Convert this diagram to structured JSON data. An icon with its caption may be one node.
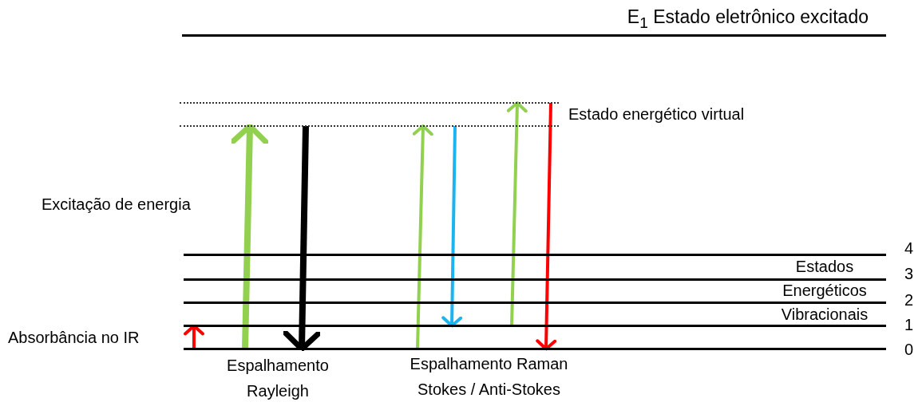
{
  "diagram": {
    "nodes": [
      {
        "text": [
          "E$_{1}$ Estado eletrônico excitado"
        ]
      },
      {
        "text": [],
        "shape": "bar"
      },
      {
        "text": [],
        "shape": "bar"
      },
      {
        "text": [
          "4"
        ]
      },
      {
        "text": [
          "3"
        ]
      },
      {
        "text": [
          "2"
        ]
      },
      {
        "text": [
          "1"
        ]
      },
      {
        "text": [
          "0"
        ]
      }
    ],
    "edges": [
      {
        "from": 7,
        "to": 6,
        "arrow": "to",
        "color": "#ff0000"
      },
      {
        "from": 7,
        "to": 2,
        "arrow": "to",
        "style": "thick"
      },
      {
        "from": 2,
        "to": 7,
        "arrow": "to",
        "style": "thick",
        "color": "#000000"
      },
      {
        "from": 7,
        "to": 2,
        "arrow": "to"
      },
      {
        "from": 2,
        "to": 6,
        "arrow": "to",
        "color": "#1cb4f0"
      },
      {
        "from": 6,
        "to": 1,
        "arrow": "to"
      },
      {
        "from": 1,
        "to": 7,
        "arrow": "to",
        "color": "#ff0000"
      }
    ],
    "labels": [
      "Estado energético virtual",
      "Excitação de energia",
      "Estados Energéticos Vibracionais",
      "Absorbância no IR",
      "Espalhamento Rayleigh",
      "Espalhamento Raman Stokes / Anti-Stokes"
    ]
  }
}
